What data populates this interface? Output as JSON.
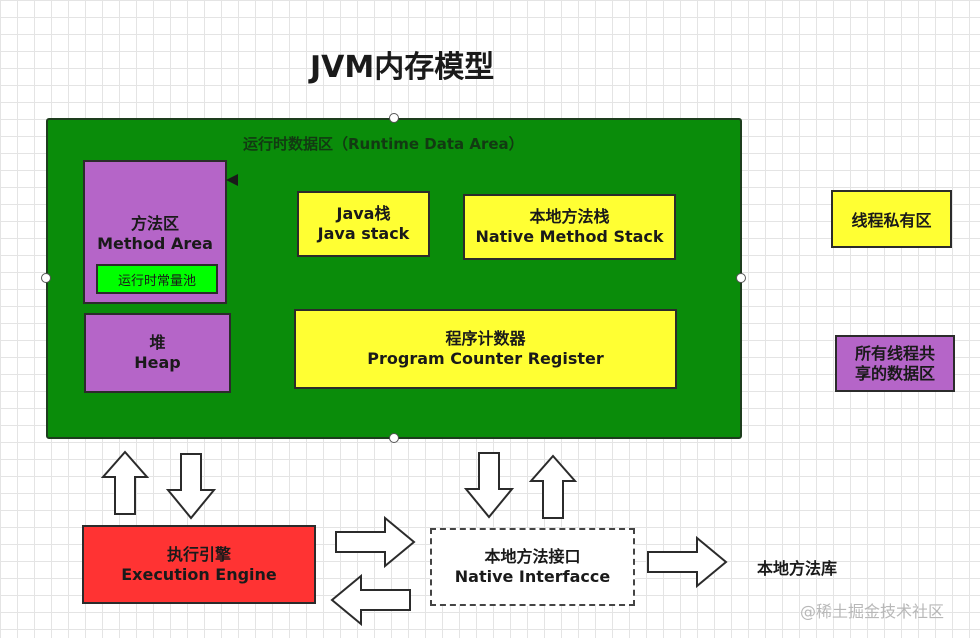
{
  "title": "JVM内存模型",
  "runtime_area": {
    "label": "运行时数据区（Runtime Data Area）"
  },
  "method_area": {
    "line1": "方法区",
    "line2": "Method Area",
    "pool": "运行时常量池"
  },
  "heap": {
    "line1": "堆",
    "line2": "Heap"
  },
  "java_stack": {
    "line1": "Java栈",
    "line2": "Java stack"
  },
  "native_stack": {
    "line1": "本地方法栈",
    "line2": "Native Method Stack"
  },
  "pc_register": {
    "line1": "程序计数器",
    "line2": "Program Counter Register"
  },
  "legend": {
    "private": "线程私有区",
    "shared_line1": "所有线程共",
    "shared_line2": "享的数据区"
  },
  "execution_engine": {
    "line1": "执行引擎",
    "line2": "Execution Engine"
  },
  "native_interface": {
    "line1": "本地方法接口",
    "line2": "Native Interfacce"
  },
  "native_library": "本地方法库",
  "watermark": "@稀土掘金技术社区",
  "colors": {
    "runtime_area": "#0a8c0a",
    "shared": "#b565c8",
    "private": "#ffff33",
    "engine": "#ff3333",
    "pool": "#00ff00"
  }
}
